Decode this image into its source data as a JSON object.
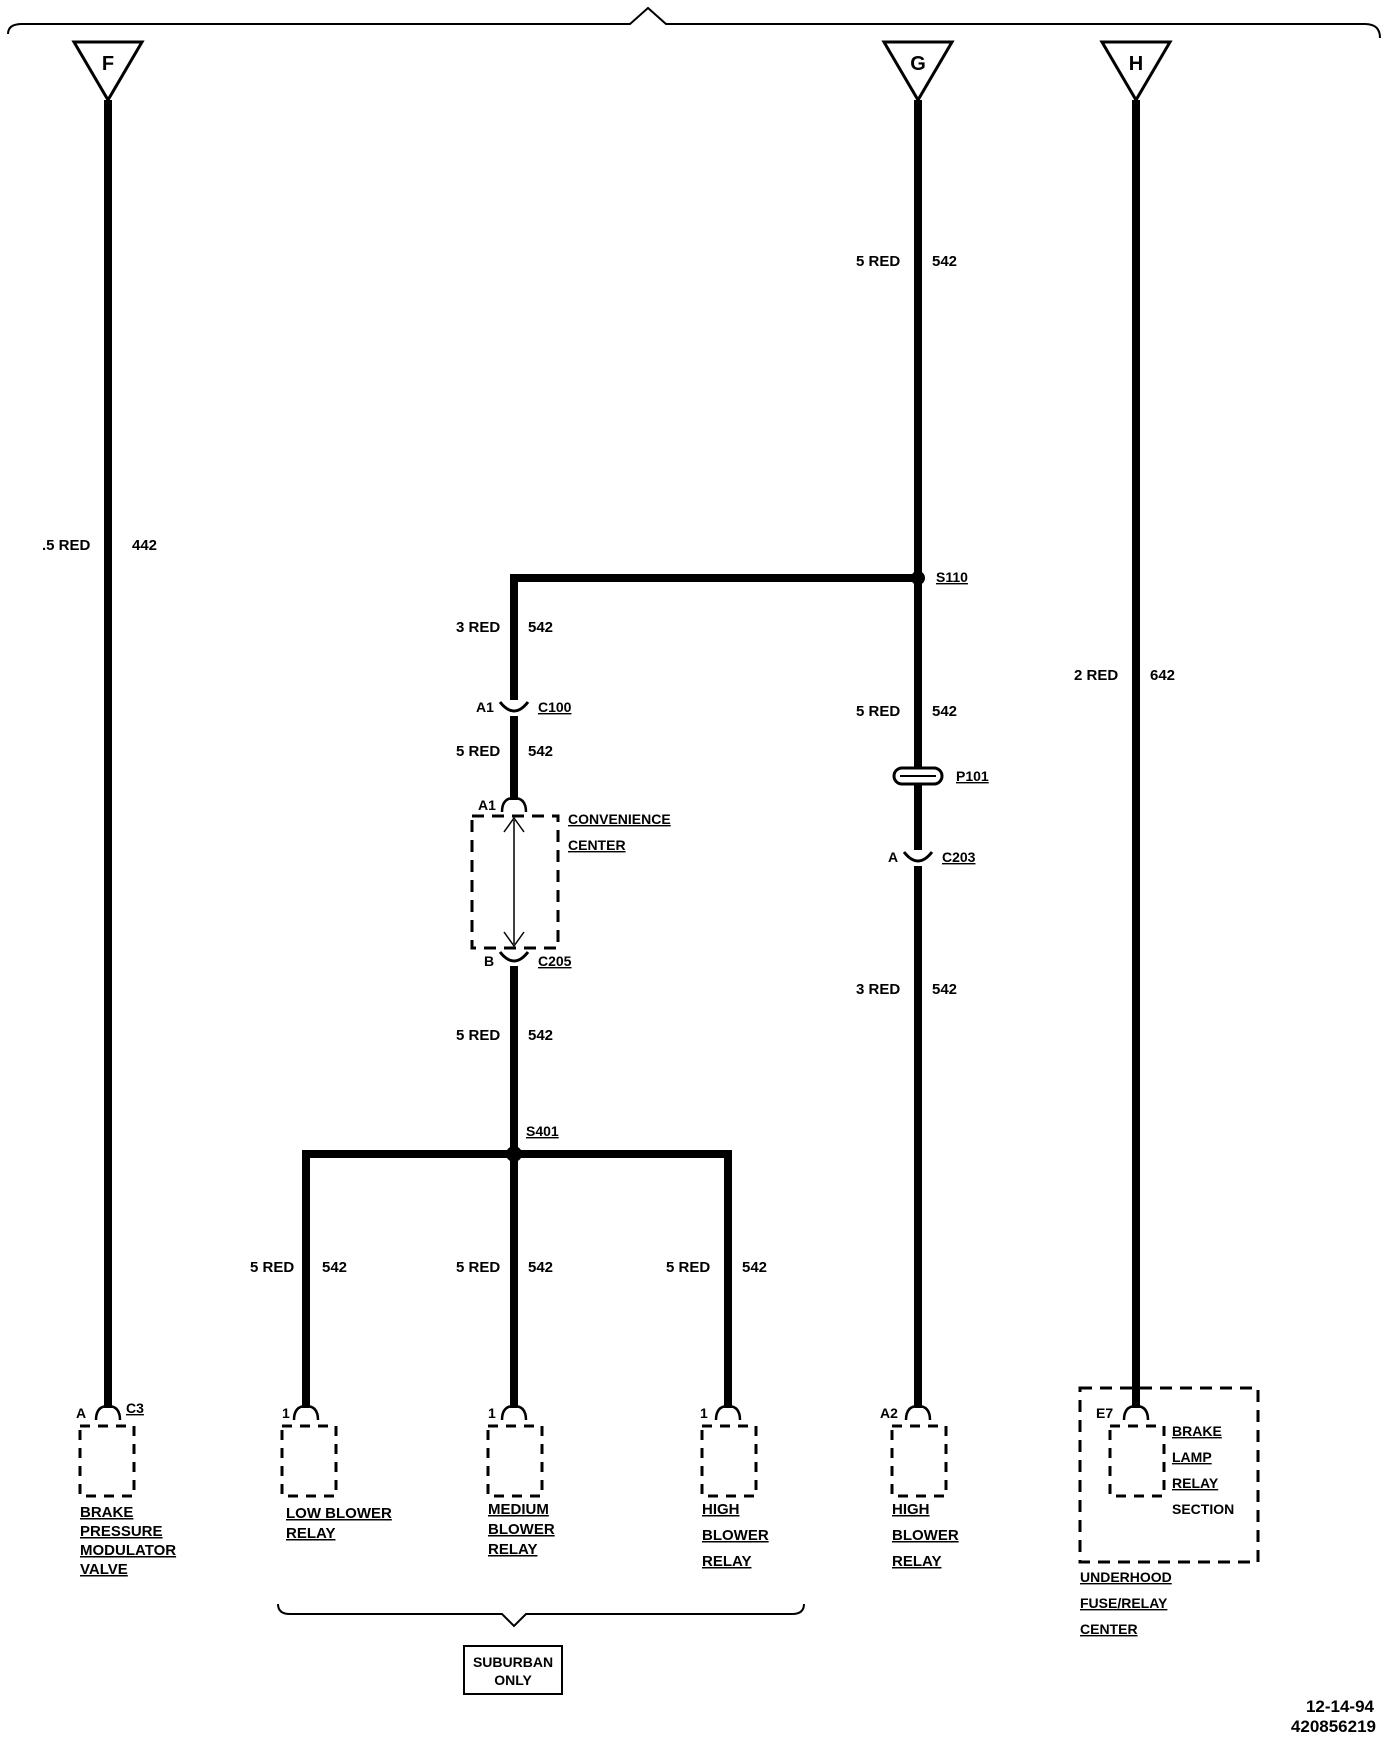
{
  "connectors_top": {
    "f": "F",
    "g": "G",
    "h": "H"
  },
  "wires": {
    "f_main": {
      "gauge": ".5 RED",
      "circuit": "442"
    },
    "g_top": {
      "gauge": "5 RED",
      "circuit": "542"
    },
    "s110_left": {
      "gauge": "3 RED",
      "circuit": "542"
    },
    "c100_c205": {
      "gauge": "5 RED",
      "circuit": "542"
    },
    "g_mid": {
      "gauge": "5 RED",
      "circuit": "542"
    },
    "h_main": {
      "gauge": "2 RED",
      "circuit": "642"
    },
    "g_lower": {
      "gauge": "3 RED",
      "circuit": "542"
    },
    "c205_s401": {
      "gauge": "5 RED",
      "circuit": "542"
    },
    "low_branch": {
      "gauge": "5 RED",
      "circuit": "542"
    },
    "med_branch": {
      "gauge": "5 RED",
      "circuit": "542"
    },
    "high_branch": {
      "gauge": "5 RED",
      "circuit": "542"
    }
  },
  "splices": {
    "s110": "S110",
    "s401": "S401"
  },
  "connectors": {
    "c100": {
      "id": "C100",
      "pin": "A1"
    },
    "conv_a1": {
      "pin": "A1"
    },
    "c205": {
      "id": "C205",
      "pin": "B"
    },
    "p101": {
      "id": "P101"
    },
    "c203": {
      "id": "C203",
      "pin": "A"
    },
    "c3": {
      "id": "C3",
      "pin": "A"
    }
  },
  "convenience_center": [
    "CONVENIENCE",
    "CENTER"
  ],
  "components": {
    "brake_valve": {
      "pin": "A",
      "lines": [
        "BRAKE",
        "PRESSURE",
        "MODULATOR",
        "VALVE"
      ]
    },
    "low_blower": {
      "pin": "1",
      "lines": [
        "LOW BLOWER",
        "RELAY"
      ]
    },
    "medium_blower": {
      "pin": "1",
      "lines": [
        "MEDIUM",
        "BLOWER",
        "RELAY"
      ]
    },
    "high_blower_a": {
      "pin": "1",
      "lines": [
        "HIGH",
        "BLOWER",
        "RELAY"
      ]
    },
    "high_blower_b": {
      "pin": "A2",
      "lines": [
        "HIGH",
        "BLOWER",
        "RELAY"
      ]
    },
    "brake_lamp": {
      "pin": "E7",
      "lines": [
        "BRAKE",
        "LAMP",
        "RELAY",
        "SECTION"
      ]
    },
    "underhood": {
      "lines": [
        "UNDERHOOD",
        "FUSE/RELAY",
        "CENTER"
      ]
    }
  },
  "suburban_note": [
    "SUBURBAN",
    "ONLY"
  ],
  "stamp": {
    "date": "12-14-94",
    "code": "420856219"
  }
}
